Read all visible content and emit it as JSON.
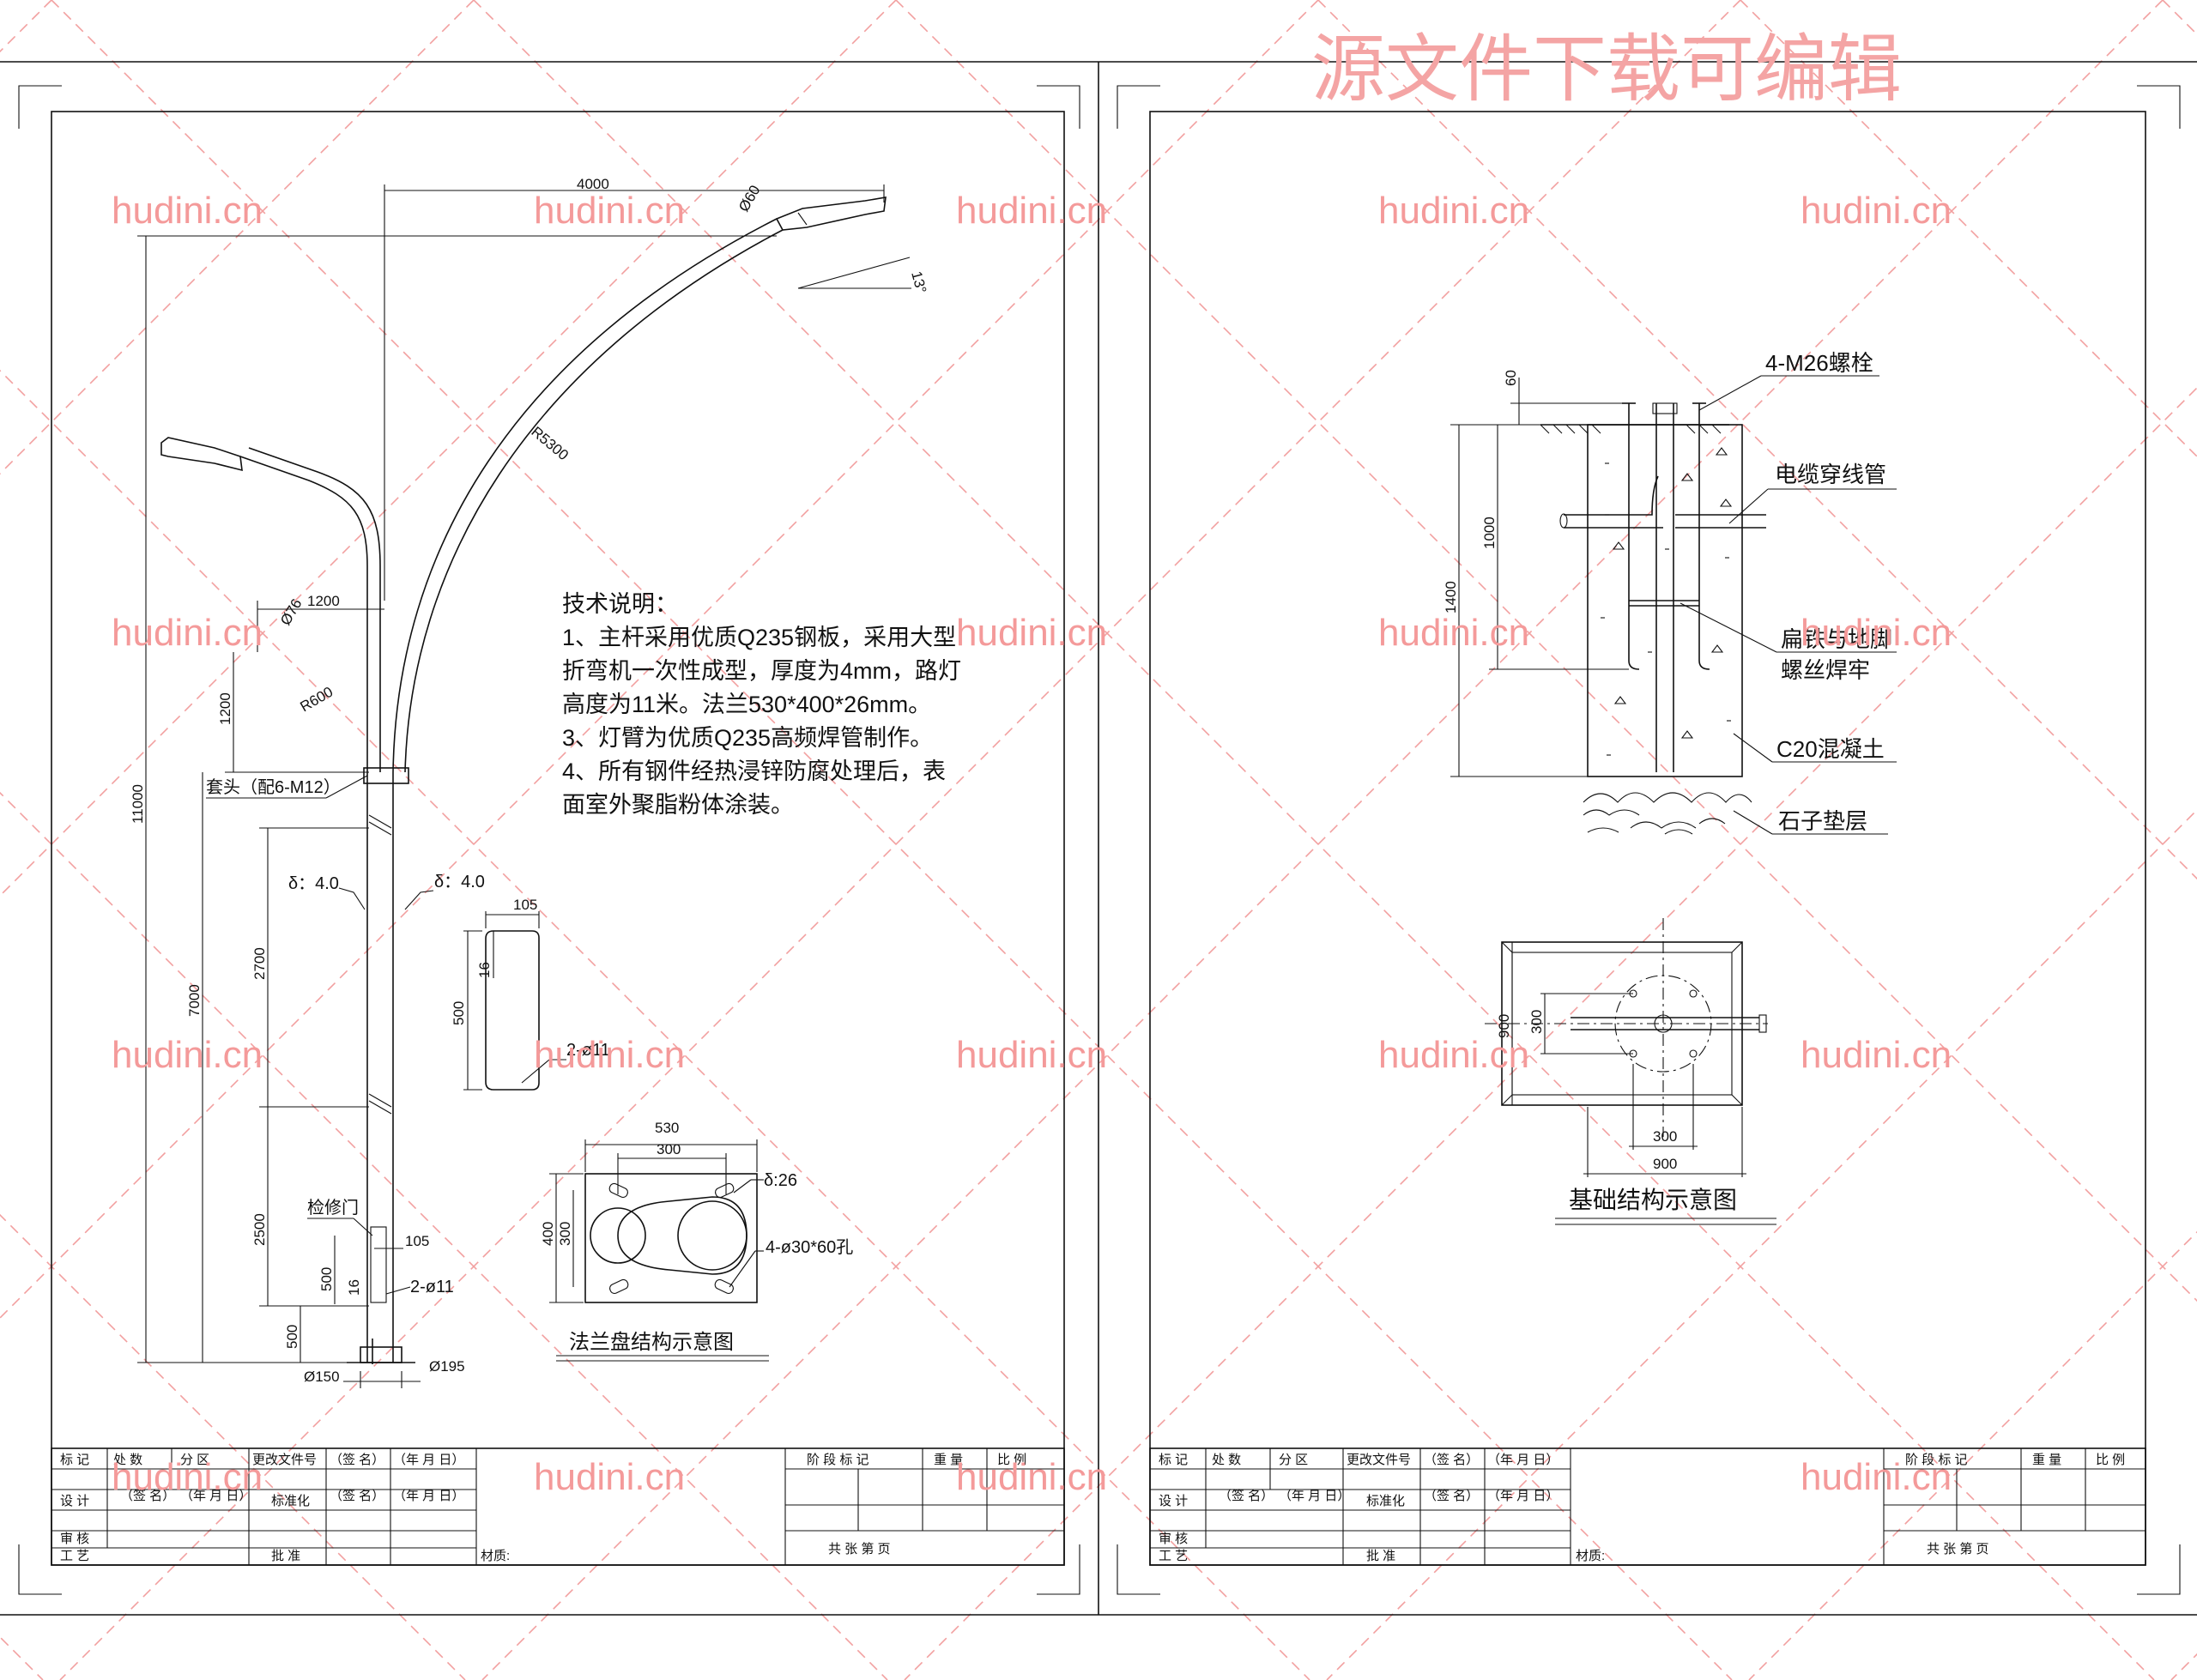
{
  "watermark": {
    "title": "源文件下载可编辑",
    "site": "hudini.cn"
  },
  "left_sheet": {
    "pole": {
      "dims": {
        "arm_reach_long": "4000",
        "lamp_pipe_dia": "Ø60",
        "tilt_angle": "13°",
        "radius_large": "R5300",
        "arm_reach_short": "1200",
        "small_pipe_dia": "Ø76",
        "arm_rise_short": "1200",
        "radius_small": "R600",
        "total_height": "11000",
        "upper_height": "7000",
        "segment_2700": "2700",
        "segment_2500": "2500",
        "segment_500_bottom": "500",
        "door_500": "500",
        "door_16": "16",
        "door_105": "105",
        "base_dia_left": "Ø150",
        "base_dia_right": "Ø195",
        "thickness_left": "δ：4.0",
        "thickness_right": "δ：4.0"
      },
      "labels": {
        "sleeve": "套头（配6-M12）",
        "access_door": "检修门",
        "door_holes": "2-ø11"
      }
    },
    "door_detail": {
      "width": "105",
      "height": "500",
      "offset": "16",
      "holes": "2-ø11"
    },
    "tech_notes": {
      "heading": "技术说明：",
      "lines": [
        "1、主杆采用优质Q235钢板，采用大型",
        "折弯机一次性成型，厚度为4mm，路灯",
        "高度为11米。法兰530*400*26mm。",
        "3、灯臂为优质Q235高频焊管制作。",
        "4、所有钢件经热浸锌防腐处理后，表",
        "面室外聚脂粉体涂装。"
      ]
    },
    "flange": {
      "caption": "法兰盘结构示意图",
      "width_outer": "530",
      "width_inner": "300",
      "height_outer": "400",
      "height_inner": "300",
      "thickness": "δ:26",
      "holes": "4-ø30*60孔"
    }
  },
  "right_sheet": {
    "section": {
      "bolt_label": "4-M26螺栓",
      "conduit_label": "电缆穿线管",
      "weld_label_1": "扁铁与地脚",
      "weld_label_2": "螺丝焊牢",
      "concrete_label": "C20混凝土",
      "gravel_label": "石子垫层",
      "dim_60": "60",
      "dim_1000": "1000",
      "dim_1400": "1400"
    },
    "plan": {
      "caption": "基础结构示意图",
      "dim_900_v": "900",
      "dim_300_v": "300",
      "dim_300_h": "300",
      "dim_900_h": "900"
    }
  },
  "title_block": {
    "mark": "标 记",
    "count": "处 数",
    "zone": "分 区",
    "change_doc": "更改文件号",
    "sign": "（签 名）",
    "date": "（年 月 日）",
    "design": "设 计",
    "standardize": "标准化",
    "review": "审 核",
    "craft": "工 艺",
    "approve": "批 准",
    "stage": "阶 段 标 记",
    "weight": "重 量",
    "scale": "比 例",
    "material": "材质:",
    "pages": "共      张      第      页"
  }
}
